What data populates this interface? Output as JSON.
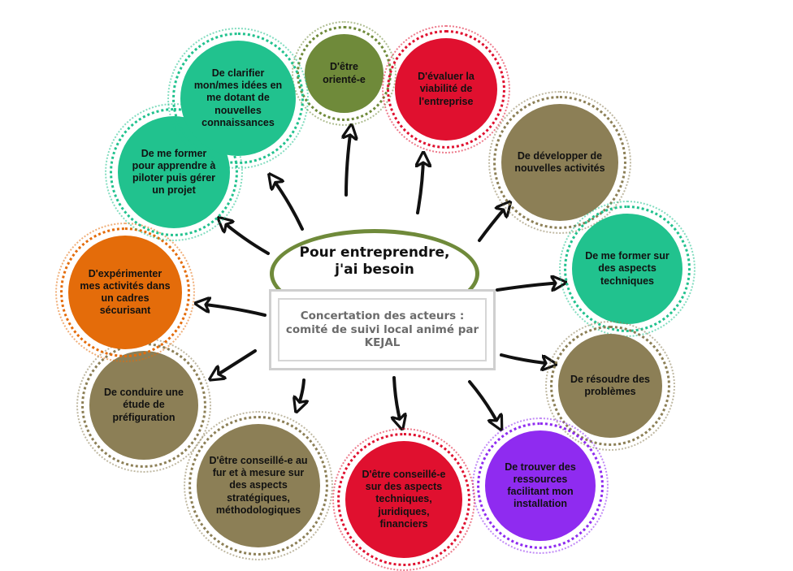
{
  "center": {
    "title_line1": "Pour entreprendre,",
    "title_line2": "j'ai besoin",
    "box_line1": "Concertation des acteurs :",
    "box_line2": "comité de suivi local animé par",
    "box_line3": "KEJAL"
  },
  "needs": [
    {
      "id": "oriente",
      "text": "D'être orienté-e",
      "color": "#6f8a3a",
      "ring": "#6f8a3a"
    },
    {
      "id": "viabilite",
      "text": "D'évaluer la viabilité de l'entreprise",
      "color": "#e0102f",
      "ring": "#e0102f"
    },
    {
      "id": "developper",
      "text": "De développer de nouvelles activités",
      "color": "#8c7f56",
      "ring": "#8c7f56"
    },
    {
      "id": "former-techniques",
      "text": "De me former sur des aspects techniques",
      "color": "#21c28e",
      "ring": "#21c28e"
    },
    {
      "id": "resoudre",
      "text": "De résoudre des problèmes",
      "color": "#8c7f56",
      "ring": "#8c7f56"
    },
    {
      "id": "ressources",
      "text": "De trouver des ressources facilitant mon installation",
      "color": "#8f2bf0",
      "ring": "#8f2bf0"
    },
    {
      "id": "conseille-techniques",
      "text": "D'être conseillé-e sur des aspects techniques, juridiques, financiers",
      "color": "#e0102f",
      "ring": "#e0102f"
    },
    {
      "id": "conseille-strategiques",
      "text": "D'être conseillé-e au fur et à mesure sur des aspects stratégiques, méthodologiques",
      "color": "#8c7f56",
      "ring": "#8c7f56"
    },
    {
      "id": "prefiguration",
      "text": "De conduire une étude de préfiguration",
      "color": "#8c7f56",
      "ring": "#8c7f56"
    },
    {
      "id": "experimenter",
      "text": "D'expérimenter mes activités dans un cadres sécurisant",
      "color": "#e46c0a",
      "ring": "#e46c0a"
    },
    {
      "id": "former-projet",
      "text": "De me former pour apprendre à piloter puis gérer un projet",
      "color": "#21c28e",
      "ring": "#21c28e"
    },
    {
      "id": "clarifier",
      "text": "De clarifier mon/mes idées en me dotant de nouvelles connaissances",
      "color": "#21c28e",
      "ring": "#21c28e"
    }
  ]
}
